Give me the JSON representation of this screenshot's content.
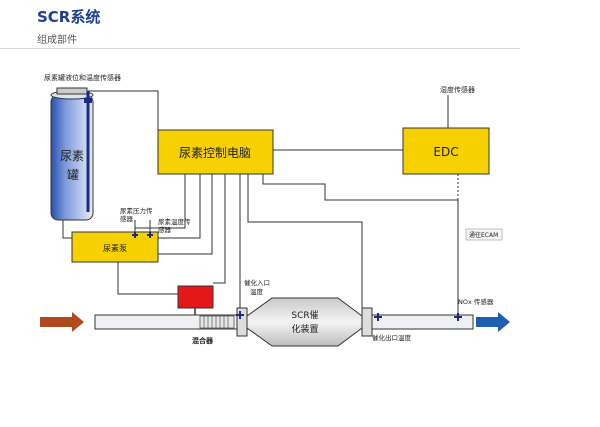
{
  "header": {
    "title": "SCR系统",
    "subtitle": "组成部件"
  },
  "components": {
    "tank_sensor_label": "尿素罐液位和温度传感器",
    "tank_line1": "尿素",
    "tank_line2": "罐",
    "controller": "尿素控制电脑",
    "edc": "EDC",
    "humidity_sensor": "湿度传感器",
    "pressure_sensor_line1": "尿素压力传",
    "pressure_sensor_line2": "感器",
    "temp_sensor_line1": "尿素温度传",
    "temp_sensor_line2": "感器",
    "pump": "尿素泵",
    "to_ecam": "通往ECAM",
    "inlet_temp_line1": "催化入口",
    "inlet_temp_line2": "温度",
    "outlet_temp": "催化出口温度",
    "nox_sensor": "NOx 传感器",
    "mixer": "混合器",
    "catalyst_line1": "SCR催",
    "catalyst_line2": "化装置"
  },
  "colors": {
    "accent_blue": "#1c3f8f",
    "box_yellow": "#f7d000",
    "dosing_red": "#e41818",
    "arrow_brown": "#b04a1c",
    "arrow_blue": "#1e5fb0"
  }
}
